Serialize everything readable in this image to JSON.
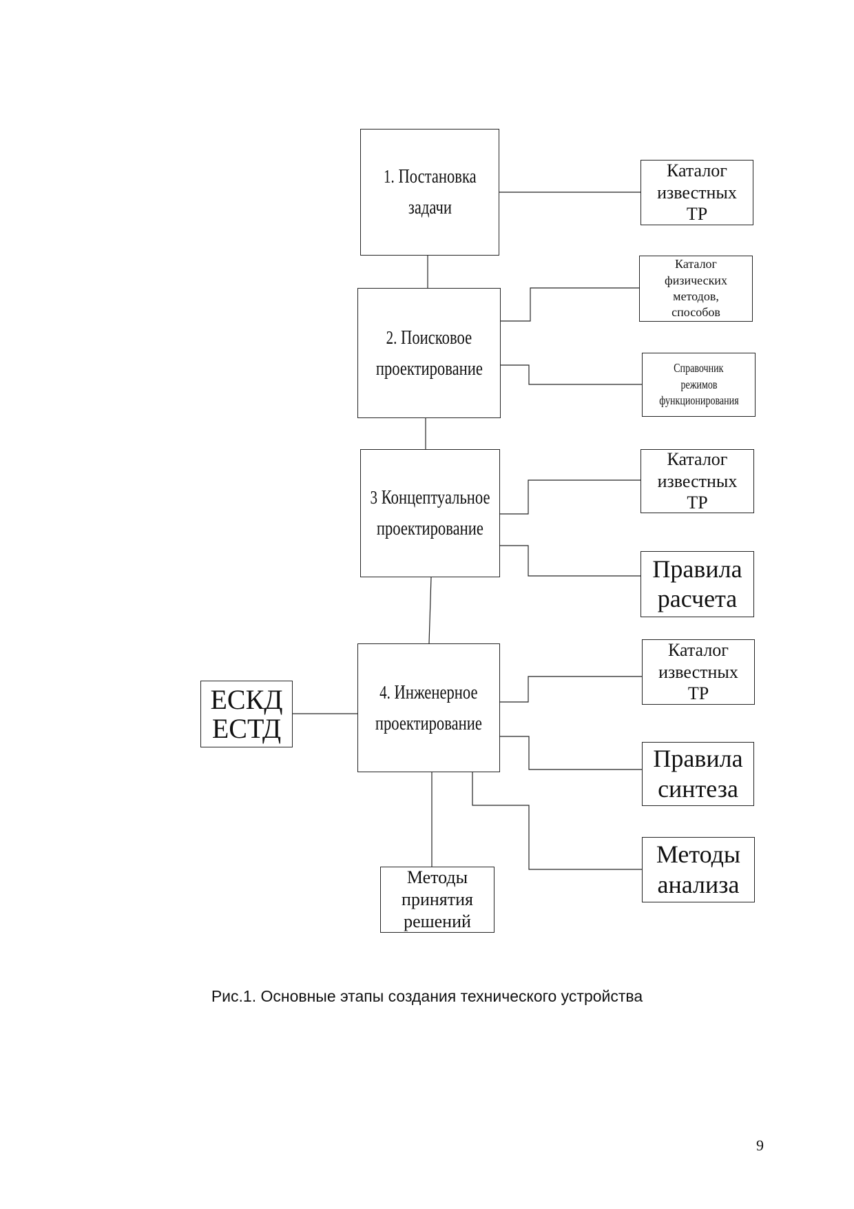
{
  "stages": {
    "s1": {
      "num": "1.",
      "line1": "Постановка",
      "line2": "задачи"
    },
    "s2": {
      "num": "2.",
      "line1": "Поисковое",
      "line2": "проектирование"
    },
    "s3": {
      "num": "3",
      "line1": "Концептуальное",
      "line2": "проектирование"
    },
    "s4": {
      "num": "4.",
      "line1": "Инженерное",
      "line2": "проектирование"
    }
  },
  "resources": {
    "catalog_tr_1": [
      "Каталог",
      "известных",
      "ТР"
    ],
    "catalog_phys": [
      "Каталог",
      "физических",
      "методов,",
      "способов"
    ],
    "handbook_modes": [
      "Справочник",
      "режимов",
      "функционирования"
    ],
    "catalog_tr_3": [
      "Каталог",
      "известных",
      "ТР"
    ],
    "rules_calc": [
      "Правила",
      "расчета"
    ],
    "catalog_tr_4": [
      "Каталог",
      "известных",
      "ТР"
    ],
    "rules_synth": [
      "Правила",
      "синтеза"
    ],
    "methods_analysis": [
      "Методы",
      "анализа"
    ],
    "methods_decision": [
      "Методы",
      "принятия",
      "решений"
    ],
    "standards": [
      "ЕСКД",
      "ЕСТД"
    ]
  },
  "caption": "Рис.1. Основные этапы создания технического устройства",
  "page_number": "9"
}
